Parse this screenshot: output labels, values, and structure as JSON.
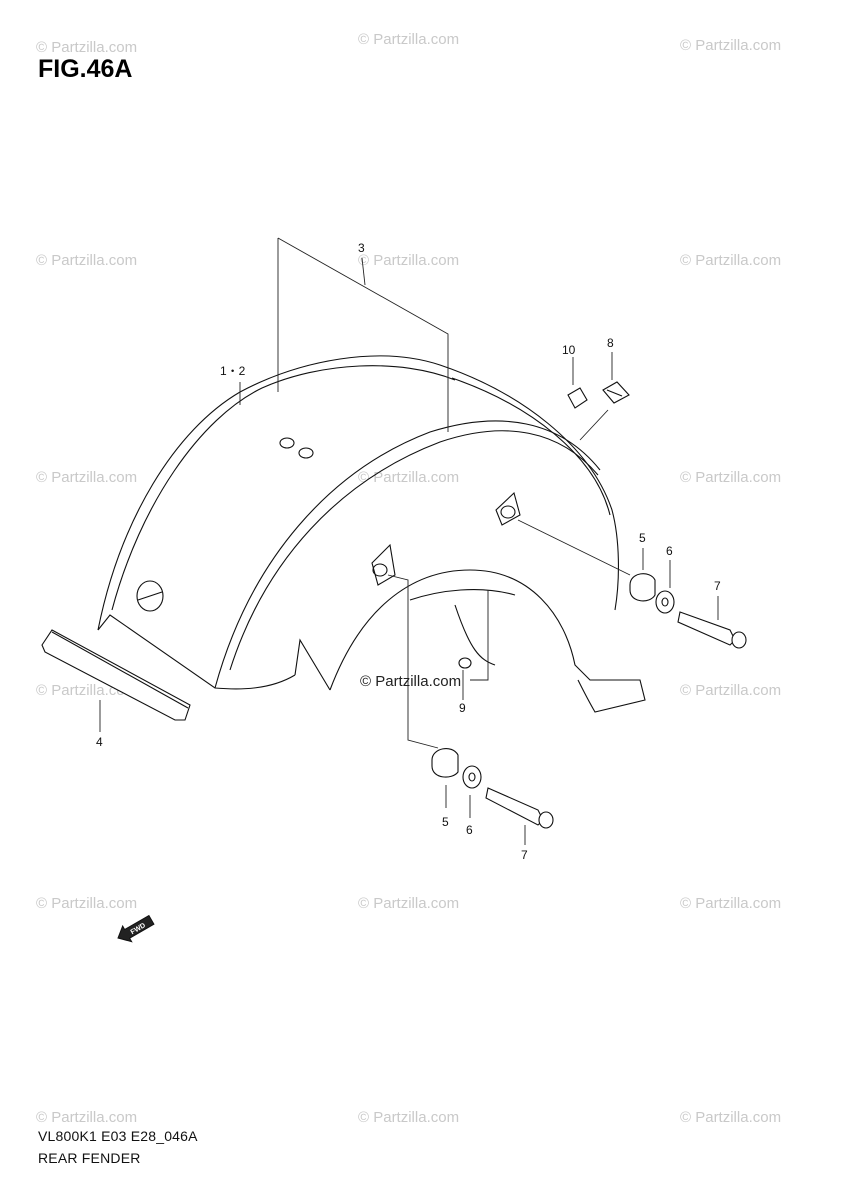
{
  "figure_title": "FIG.46A",
  "footer": {
    "code": "VL800K1 E03 E28_046A",
    "name": "REAR FENDER"
  },
  "watermark": "© Partzilla.com",
  "center_watermark": "© Partzilla.com",
  "fwd_label": "FWD",
  "callouts": {
    "c1_2": "1・2",
    "c3": "3",
    "c4": "4",
    "c5_upper": "5",
    "c6_upper": "6",
    "c7_upper": "7",
    "c5_lower": "5",
    "c6_lower": "6",
    "c7_lower": "7",
    "c8": "8",
    "c9": "9",
    "c10": "10"
  }
}
